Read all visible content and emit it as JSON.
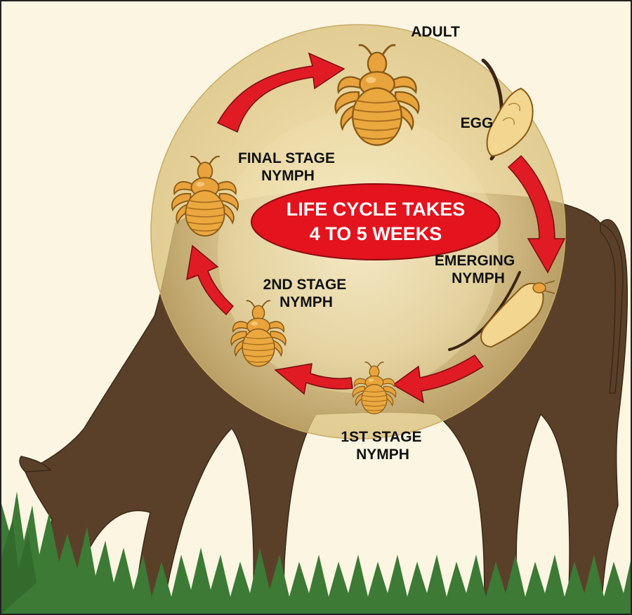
{
  "title": {
    "line1": "LIFE CYCLE TAKES",
    "line2": "4 TO 5 WEEKS"
  },
  "stages": {
    "adult": {
      "line1": "ADULT"
    },
    "egg": {
      "line1": "EGG"
    },
    "emerging": {
      "line1": "EMERGING",
      "line2": "NYMPH"
    },
    "first": {
      "line1": "1ST STAGE",
      "line2": "NYMPH"
    },
    "second": {
      "line1": "2ND STAGE",
      "line2": "NYMPH"
    },
    "final": {
      "line1": "FINAL STAGE",
      "line2": "NYMPH"
    }
  },
  "colors": {
    "background": "#fbf5e2",
    "cow": "#5b4029",
    "grass": "#3c7a35",
    "louse": "#e9a33c",
    "louse_outline": "#8a5a16",
    "arrow": "#e01b24",
    "oval": "#e3141e",
    "text": "#111111"
  }
}
